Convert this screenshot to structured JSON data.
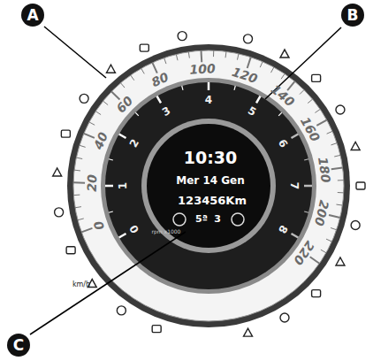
{
  "diagram": {
    "nodes": [
      {
        "text": [
          "A"
        ]
      },
      {
        "text": [
          "B"
        ]
      },
      {
        "text": [
          "C"
        ]
      }
    ],
    "labels": [
      "0",
      "20",
      "40",
      "60",
      "80",
      "100",
      "120",
      "140",
      "160",
      "180",
      "200",
      "220",
      "km/h",
      "0",
      "1",
      "2",
      "3",
      "4",
      "5",
      "6",
      "7",
      "8",
      "rpm x1000",
      "10:30",
      "Mer 14 Gen",
      "123456Km",
      "5ª",
      "3"
    ]
  }
}
